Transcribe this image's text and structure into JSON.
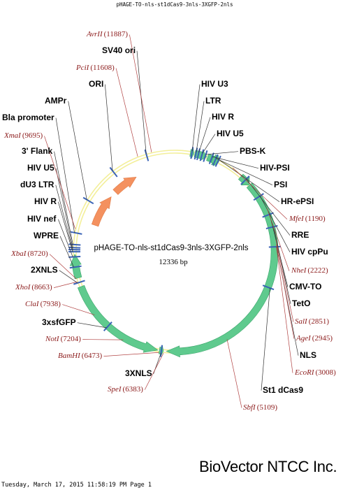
{
  "header": {
    "title": "pHAGE-TO-nls-st1dCas9-3nls-3XGFP-2nls"
  },
  "plasmid": {
    "name": "pHAGE-TO-nls-st1dCas9-3nls-3XGFP-2nls",
    "length_label": "12336 bp",
    "total_bp": 12336
  },
  "colors": {
    "feature_fill": "#5fca8e",
    "feature_stroke": "#3aa56a",
    "ori_fill": "#f4915f",
    "backbone_yellow": "#f3ef9a",
    "tick_blue": "#3a63b6",
    "site_text": "#8b1a1a",
    "site_line": "#b04040"
  },
  "features": [
    {
      "name": "HIV U3",
      "start": 310,
      "end": 380,
      "dir": 1
    },
    {
      "name": "LTR",
      "start": 400,
      "end": 640,
      "dir": 1
    },
    {
      "name": "PSI",
      "start": 660,
      "end": 890,
      "dir": 1
    },
    {
      "name": "HR-ePSI",
      "start": 760,
      "end": 900,
      "dir": 1
    },
    {
      "name": "RRE",
      "start": 1420,
      "end": 1650,
      "dir": 1
    },
    {
      "name": "St1 dCas9",
      "start": 1660,
      "end": 6330,
      "dir": 1
    },
    {
      "name": "3XNLS",
      "start": 6390,
      "end": 6470,
      "dir": -1
    },
    {
      "name": "3xsfGFP",
      "start": 6500,
      "end": 8550,
      "dir": -1
    },
    {
      "name": "WPRE",
      "start": 8730,
      "end": 9200,
      "dir": 1
    },
    {
      "name": "AMPr",
      "start": 9880,
      "end": 10650,
      "dir": 1
    },
    {
      "name": "ORI",
      "start": 10800,
      "end": 11400,
      "dir": 1
    }
  ],
  "labels": {
    "left": [
      {
        "text": "Bla promoter",
        "site": 9620
      },
      {
        "text": "3' Flank",
        "site": 9390
      },
      {
        "text": "HIV U5",
        "site": 9330
      },
      {
        "text": "dU3 LTR",
        "site": 9290
      },
      {
        "text": "HIV R",
        "site": 9250
      },
      {
        "text": "HIV nef",
        "site": 9150
      },
      {
        "text": "WPRE",
        "site": 8950
      },
      {
        "text": "2XNLS",
        "site": 8640
      },
      {
        "text": "3xsfGFP",
        "site": 7600
      },
      {
        "text": "3XNLS",
        "site": 6430
      },
      {
        "text": "AMPr",
        "site": 10300
      },
      {
        "text": "ORI",
        "site": 11050
      },
      {
        "text": "SV40 ori",
        "site": 11780
      }
    ],
    "right": [
      {
        "text": "HIV U3",
        "site": 340
      },
      {
        "text": "LTR",
        "site": 420
      },
      {
        "text": "HIV R",
        "site": 470
      },
      {
        "text": "HIV U5",
        "site": 540
      },
      {
        "text": "PBS-K",
        "site": 610
      },
      {
        "text": "HIV-PSI",
        "site": 740
      },
      {
        "text": "PSI",
        "site": 820
      },
      {
        "text": "HR-ePSI",
        "site": 880
      },
      {
        "text": "RRE",
        "site": 1530
      },
      {
        "text": "HIV cpPu",
        "site": 1950
      },
      {
        "text": "CMV-TO",
        "site": 2350
      },
      {
        "text": "TetO",
        "site": 2600
      },
      {
        "text": "NLS",
        "site": 2990
      },
      {
        "text": "St1 dCas9",
        "site": 3800
      }
    ]
  },
  "sites": [
    {
      "enzyme": "AvrII",
      "pos": "(11887)"
    },
    {
      "enzyme": "PciI",
      "pos": "(11608)"
    },
    {
      "enzyme": "XmaI",
      "pos": "(9695)"
    },
    {
      "enzyme": "XbaI",
      "pos": "(8720)"
    },
    {
      "enzyme": "XhoI",
      "pos": "(8663)"
    },
    {
      "enzyme": "ClaI",
      "pos": "(7938)"
    },
    {
      "enzyme": "NotI",
      "pos": "(7204)"
    },
    {
      "enzyme": "BamHI",
      "pos": "(6473)"
    },
    {
      "enzyme": "SpeI",
      "pos": "(6383)"
    },
    {
      "enzyme": "SbfI",
      "pos": "(5109)"
    },
    {
      "enzyme": "MfeI",
      "pos": "(1190)"
    },
    {
      "enzyme": "NheI",
      "pos": "(2222)"
    },
    {
      "enzyme": "SalI",
      "pos": "(2851)"
    },
    {
      "enzyme": "AgeI",
      "pos": "(2945)"
    },
    {
      "enzyme": "EcoRI",
      "pos": "(3008)"
    }
  ],
  "logo": "BioVector NTCC Inc.",
  "footer": "Tuesday, March 17, 2015 11:58:19 PM Page 1"
}
